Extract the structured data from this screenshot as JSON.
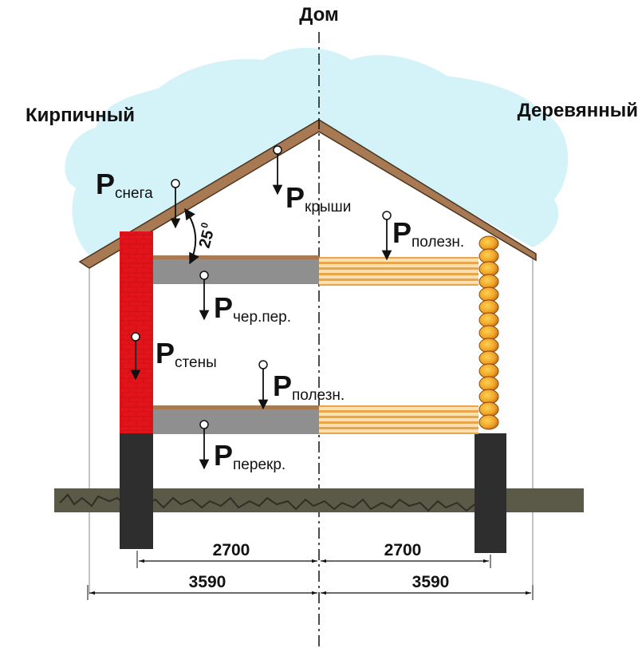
{
  "title": "Дом",
  "left_label": "Кирпичный",
  "right_label": "Деревянный",
  "angle": {
    "value": "25",
    "unit": "0"
  },
  "loads": {
    "snow": {
      "main": "P",
      "sub": "снега"
    },
    "roof": {
      "main": "P",
      "sub": "крыши"
    },
    "useful_top": {
      "main": "P",
      "sub": "полезн."
    },
    "attic": {
      "main": "P",
      "sub": "чер.пер."
    },
    "wall": {
      "main": "P",
      "sub": "стены"
    },
    "useful_mid": {
      "main": "P",
      "sub": "полезн."
    },
    "floor": {
      "main": "P",
      "sub": "перекр."
    }
  },
  "dimensions": {
    "inner_left": "2700",
    "inner_right": "2700",
    "outer_left": "3590",
    "outer_right": "3590"
  },
  "colors": {
    "snow": "#d4f3f8",
    "roof": "#a77a54",
    "brick": "#e3131b",
    "slab_concrete": "#8f8f8f",
    "log": "#e79a2c",
    "foundation": "#2e2e2e",
    "ground": "#5b5a49"
  }
}
